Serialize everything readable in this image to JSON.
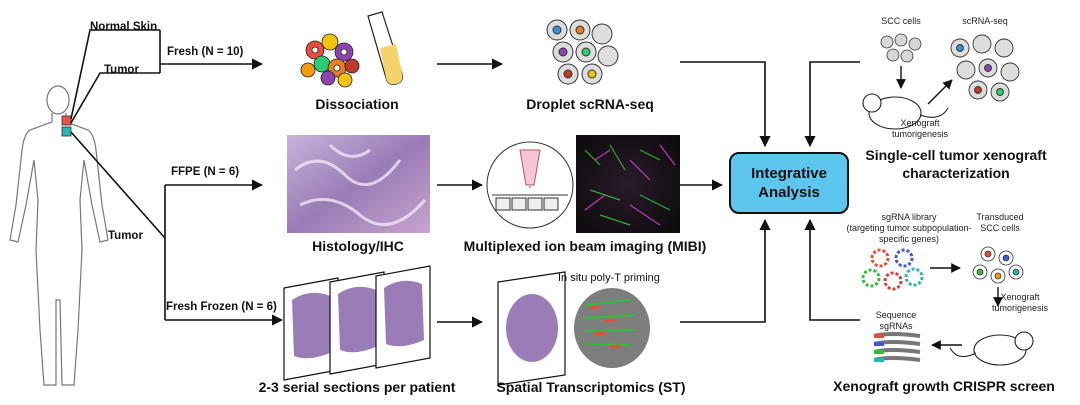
{
  "patient": {
    "normal_skin": "Normal Skin",
    "tumor_top": "Tumor",
    "tumor_bottom": "Tumor"
  },
  "branches": {
    "fresh": "Fresh (N = 10)",
    "ffpe": "FFPE (N = 6)",
    "fresh_frozen": "Fresh Frozen (N = 6)"
  },
  "steps": {
    "dissociation": "Dissociation",
    "droplet": "Droplet scRNA-seq",
    "histology": "Histology/IHC",
    "mibi": "Multiplexed ion beam imaging (MIBI)",
    "serial": "2-3 serial sections per patient",
    "st": "Spatial Transcriptomics (ST)",
    "insitu": "In situ poly-T priming"
  },
  "hub": {
    "line1": "Integrative",
    "line2": "Analysis"
  },
  "xenograft": {
    "scc_cells": "SCC cells",
    "scrna": "scRNA-seq",
    "tumorigenesis_line1": "Xenograft",
    "tumorigenesis_line2": "tumorigenesis",
    "title_line1": "Single-cell tumor xenograft",
    "title_line2": "characterization"
  },
  "crispr": {
    "library_line1": "sgRNA library",
    "library_line2": "(targeting tumor subpopulation-",
    "library_line3": "specific genes)",
    "transduced_line1": "Transduced",
    "transduced_line2": "SCC cells",
    "tumorigenesis_line1": "Xenograft",
    "tumorigenesis_line2": "tumorigenesis",
    "sequence_line1": "Sequence",
    "sequence_line2": "sgRNAs",
    "title": "Xenograft growth CRISPR screen"
  },
  "colors": {
    "hub": "#5cc6ee",
    "tumor_marker_red": "#e8534c",
    "tumor_marker_teal": "#2bb3b1",
    "histology": "#9d7fb8",
    "mibi_green": "#2fbf3a",
    "mibi_magenta": "#d23fc9"
  }
}
